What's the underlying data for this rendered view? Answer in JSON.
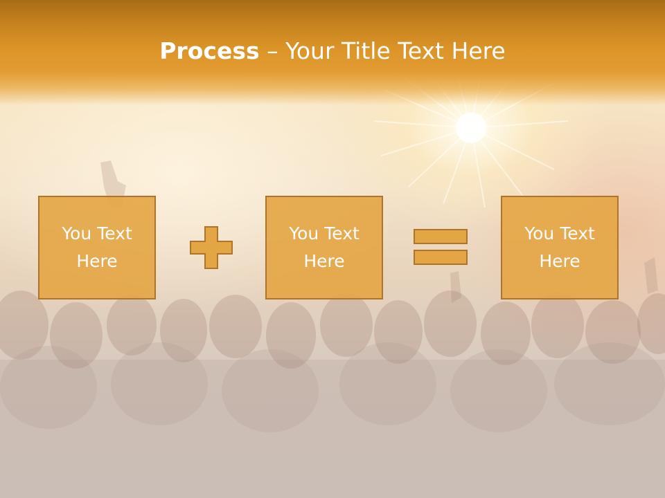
{
  "slide": {
    "title_strong": "Process",
    "title_rest": " – Your Title Text Here"
  },
  "boxes": [
    {
      "text": "You Text Here"
    },
    {
      "text": "You Text Here"
    },
    {
      "text": "You Text Here"
    }
  ],
  "operators": [
    "plus-icon",
    "equals-icon"
  ],
  "colors": {
    "title_band": "#dd9528",
    "box_fill": "#e4a544",
    "box_border": "#ac7529",
    "text": "#ffffff"
  }
}
